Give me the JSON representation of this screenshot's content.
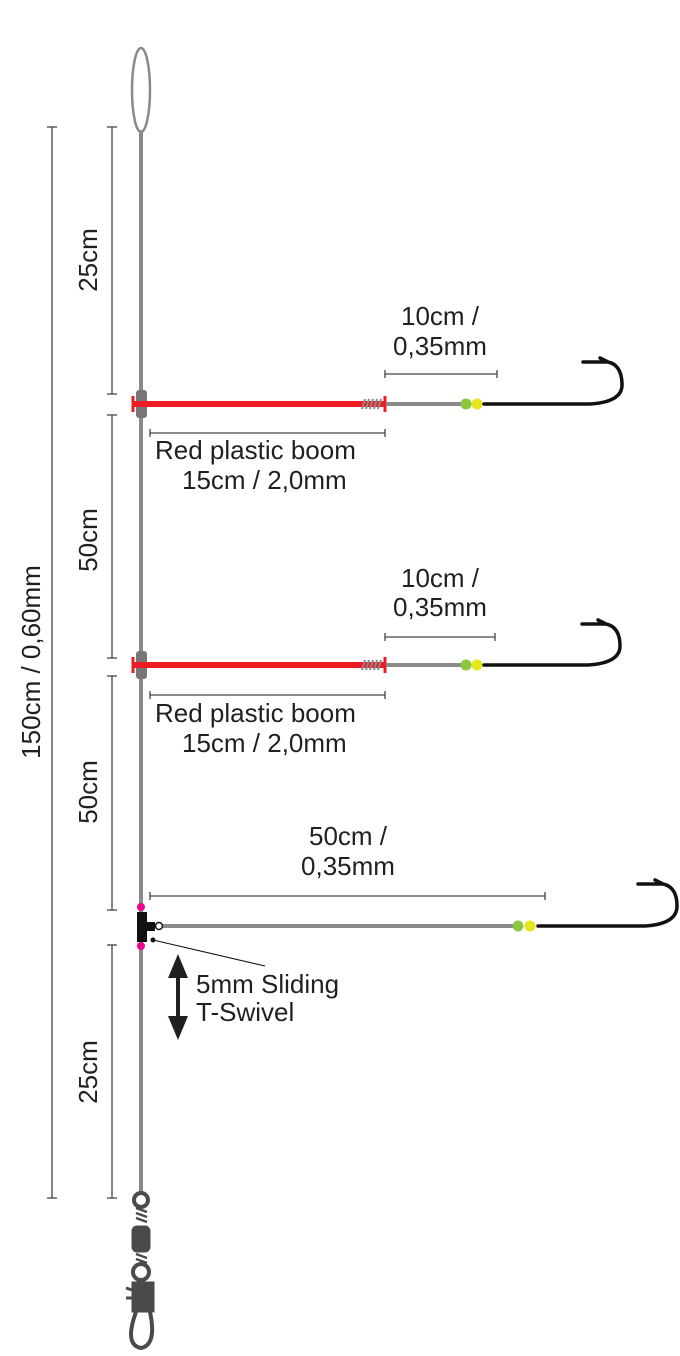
{
  "title": "Rig diagram",
  "total_length_label": "150cm / 0,60mm",
  "sections": [
    {
      "label": "25cm"
    },
    {
      "label": "50cm"
    },
    {
      "label": "50cm"
    },
    {
      "label": "25cm"
    }
  ],
  "booms": [
    {
      "snood_label_1": "10cm /",
      "snood_label_2": "0,35mm",
      "boom_label_1": "Red plastic boom",
      "boom_label_2": "15cm / 2,0mm"
    },
    {
      "snood_label_1": "10cm /",
      "snood_label_2": "0,35mm",
      "boom_label_1": "Red plastic boom",
      "boom_label_2": "15cm / 2,0mm"
    }
  ],
  "bottom_snood": {
    "label_1": "50cm /",
    "label_2": "0,35mm"
  },
  "swivel": {
    "label_1": "5mm Sliding",
    "label_2": "T-Swivel"
  },
  "colors": {
    "boom": "#ec1c24",
    "line": "#8a8a8a",
    "bead_green": "#8dc63f",
    "bead_yellow": "#e6e61e",
    "stopper": "#ec008c"
  }
}
